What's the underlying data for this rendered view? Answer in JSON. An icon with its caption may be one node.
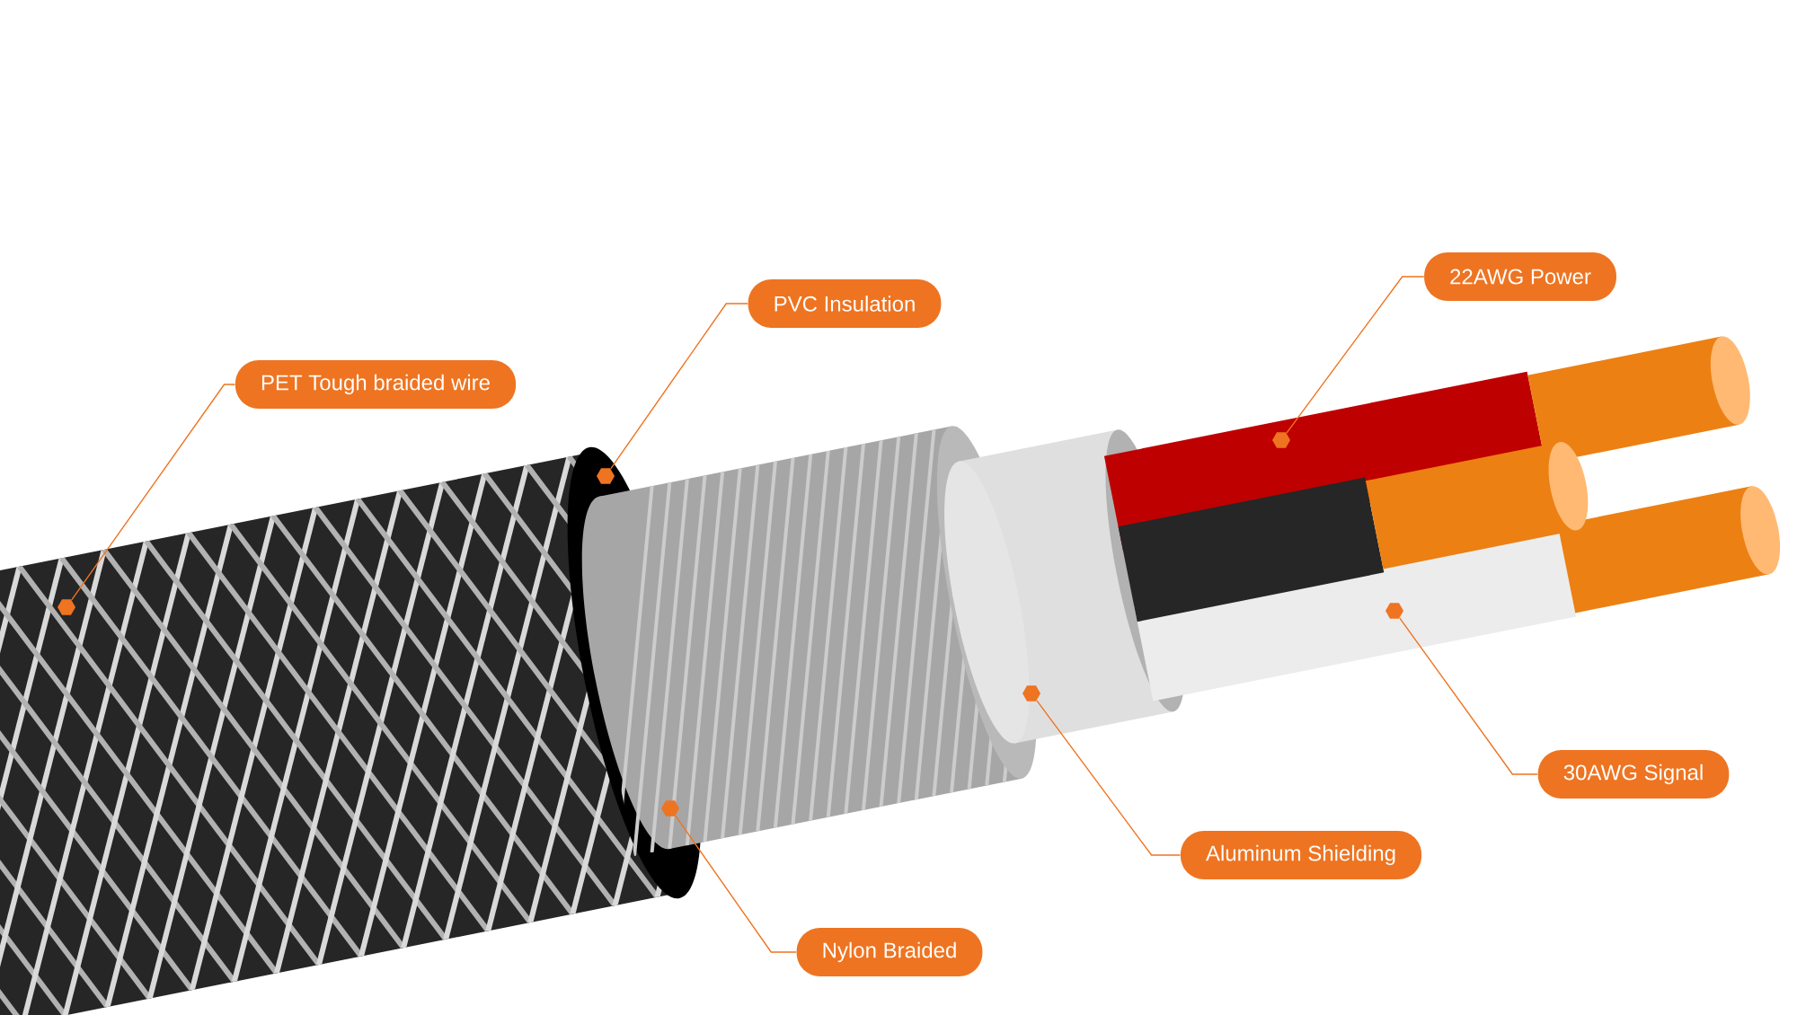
{
  "diagram": {
    "nodes": [
      {
        "text": [
          "PET  Tough braided wire"
        ]
      },
      {
        "text": [
          "PVC Insulation"
        ]
      },
      {
        "text": [
          "22AWG Power"
        ]
      },
      {
        "text": [
          "30AWG Signal"
        ]
      },
      {
        "text": [
          "Aluminum Shielding"
        ]
      },
      {
        "text": [
          "Nylon Braided"
        ]
      },
      {
        "text": [],
        "shape": "hexagon"
      },
      {
        "text": [],
        "shape": "hexagon"
      },
      {
        "text": [],
        "shape": "hexagon"
      },
      {
        "text": [],
        "shape": "hexagon"
      },
      {
        "text": [],
        "shape": "hexagon"
      },
      {
        "text": [],
        "shape": "hexagon"
      }
    ],
    "edges": [
      {
        "from": 0,
        "to": 6,
        "arrow": "none"
      },
      {
        "from": 1,
        "to": 7,
        "arrow": "none"
      },
      {
        "from": 2,
        "to": 8,
        "arrow": "none"
      },
      {
        "from": 3,
        "to": 9,
        "arrow": "none"
      },
      {
        "from": 4,
        "to": 10,
        "arrow": "none"
      },
      {
        "from": 5,
        "to": 11,
        "arrow": "none"
      }
    ]
  }
}
